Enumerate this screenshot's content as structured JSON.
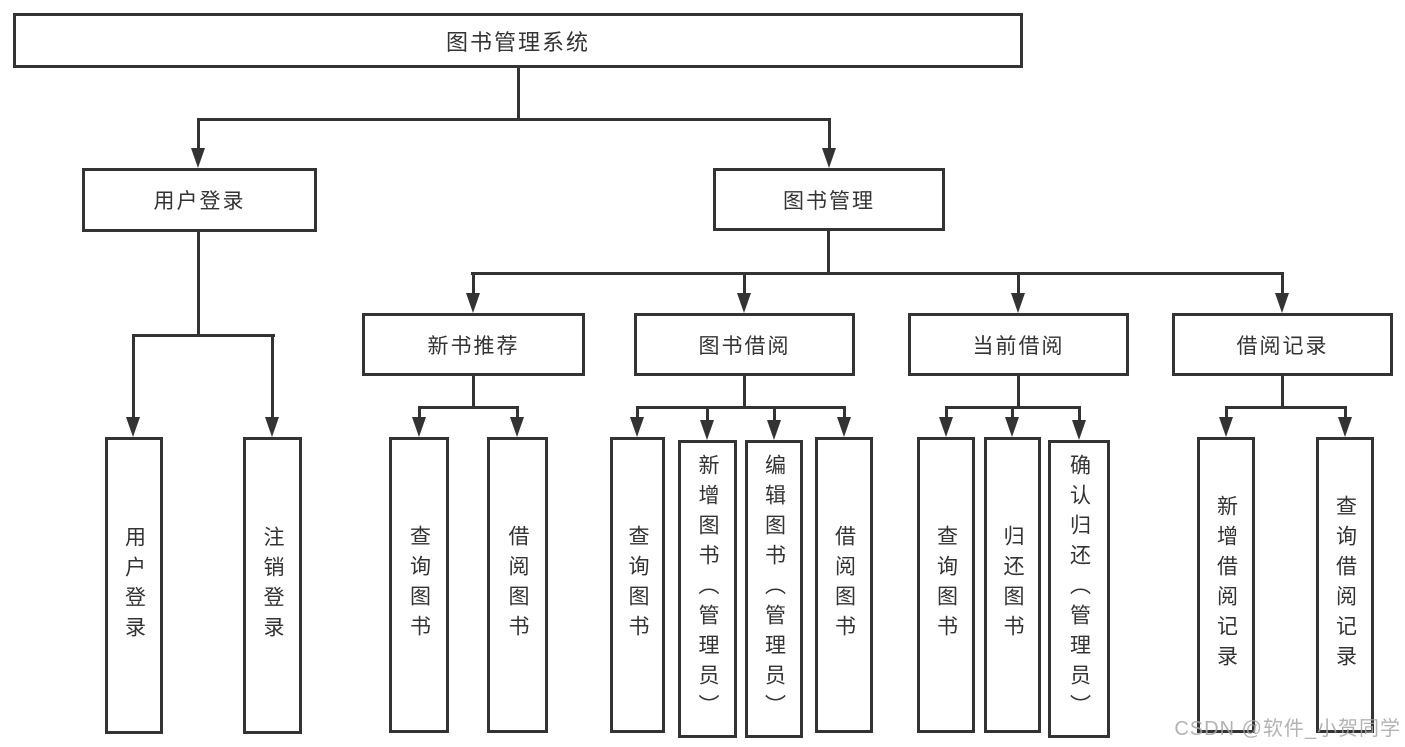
{
  "colors": {
    "line": "#333333",
    "text": "#333333",
    "background": "#ffffff",
    "watermark": "#a6a6a6"
  },
  "tree": {
    "root": {
      "label": "图书管理系统"
    },
    "branches": [
      {
        "label": "用户登录",
        "children": [
          {
            "label": "用户登录"
          },
          {
            "label": "注销登录"
          }
        ]
      },
      {
        "label": "图书管理",
        "children": [
          {
            "label": "新书推荐",
            "children": [
              {
                "label": "查询图书"
              },
              {
                "label": "借阅图书"
              }
            ]
          },
          {
            "label": "图书借阅",
            "children": [
              {
                "label": "查询图书"
              },
              {
                "label": "新增图书（管理员）"
              },
              {
                "label": "编辑图书（管理员）"
              },
              {
                "label": "借阅图书"
              }
            ]
          },
          {
            "label": "当前借阅",
            "children": [
              {
                "label": "查询图书"
              },
              {
                "label": "归还图书"
              },
              {
                "label": "确认归还（管理员）"
              }
            ]
          },
          {
            "label": "借阅记录",
            "children": [
              {
                "label": "新增借阅记录"
              },
              {
                "label": "查询借阅记录"
              }
            ]
          }
        ]
      }
    ]
  },
  "watermark": {
    "text": "CSDN @软件_小贺同学"
  }
}
